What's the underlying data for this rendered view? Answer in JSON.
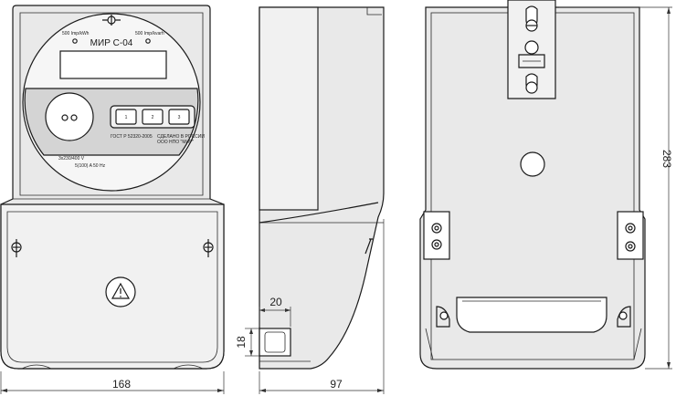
{
  "front_view": {
    "model": "МИР С-04",
    "left_pulse_label": "500 Imp/kWh",
    "right_pulse_label": "500 Imp/kvarh",
    "buttons": [
      "1",
      "2",
      "3"
    ],
    "standard": "ГОСТ Р 52320-2005",
    "made_in_line1": "СДЕЛАНО В РОССИИ",
    "made_in_line2": "ООО НПО \"МИР\"",
    "voltage": "3x230/400 V",
    "current": "5(100) A  50 Hz"
  },
  "dimensions": {
    "width": "168",
    "depth": "97",
    "height": "283",
    "terminal_width": "20",
    "terminal_height": "18"
  }
}
